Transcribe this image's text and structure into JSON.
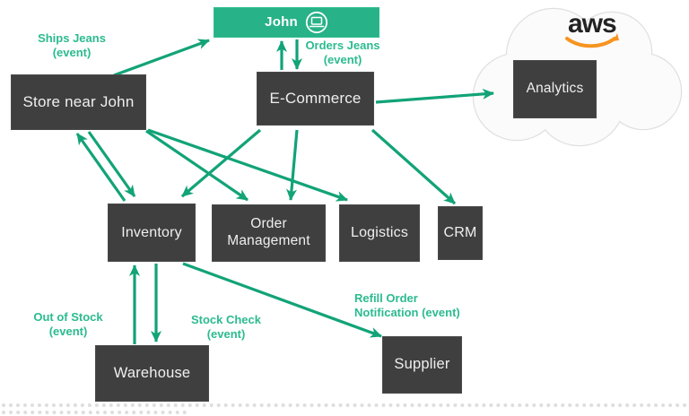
{
  "diagram": {
    "description": "Event-driven e-commerce architecture diagram on AWS",
    "colors": {
      "arrow_green": "#12a377",
      "label_green": "#2bbb8f",
      "box_dark": "#3f3f3f",
      "box_text": "#efefef",
      "john_green": "#27b287",
      "cloud_fill": "#fbfbfb",
      "cloud_border": "#e0e0e0",
      "aws_text": "#232323",
      "aws_swoosh": "#f79420"
    }
  },
  "nodes": {
    "john": {
      "label": "John"
    },
    "store": {
      "label": "Store near John"
    },
    "ecommerce": {
      "label": "E-Commerce"
    },
    "analytics": {
      "label": "Analytics"
    },
    "inventory": {
      "label": "Inventory"
    },
    "order_management": {
      "label": "Order Management"
    },
    "logistics": {
      "label": "Logistics"
    },
    "crm": {
      "label": "CRM"
    },
    "warehouse": {
      "label": "Warehouse"
    },
    "supplier": {
      "label": "Supplier"
    }
  },
  "cloud": {
    "provider_label": "aws"
  },
  "edges": [
    {
      "id": "store-to-john",
      "from": "store",
      "to": "john",
      "label": "Ships Jeans (event)"
    },
    {
      "id": "ecommerce-to-john",
      "from": "ecommerce",
      "to": "john",
      "label": ""
    },
    {
      "id": "john-to-ecommerce",
      "from": "john",
      "to": "ecommerce",
      "label": "Orders Jeans (event)"
    },
    {
      "id": "inventory-to-store",
      "from": "inventory",
      "to": "store",
      "label": ""
    },
    {
      "id": "store-to-inventory",
      "from": "store",
      "to": "inventory",
      "label": ""
    },
    {
      "id": "store-to-order-management",
      "from": "store",
      "to": "order_management",
      "label": ""
    },
    {
      "id": "store-to-logistics",
      "from": "store",
      "to": "logistics",
      "label": ""
    },
    {
      "id": "ecommerce-to-inventory",
      "from": "ecommerce",
      "to": "inventory",
      "label": ""
    },
    {
      "id": "ecommerce-to-order-management",
      "from": "ecommerce",
      "to": "order_management",
      "label": ""
    },
    {
      "id": "ecommerce-to-crm",
      "from": "ecommerce",
      "to": "crm",
      "label": ""
    },
    {
      "id": "ecommerce-to-analytics",
      "from": "ecommerce",
      "to": "analytics",
      "label": ""
    },
    {
      "id": "warehouse-to-inventory",
      "from": "warehouse",
      "to": "inventory",
      "label": "Out of Stock (event)"
    },
    {
      "id": "inventory-to-warehouse",
      "from": "inventory",
      "to": "warehouse",
      "label": "Stock Check (event)"
    },
    {
      "id": "inventory-to-supplier",
      "from": "inventory",
      "to": "supplier",
      "label": "Refill Order Notification (event)"
    }
  ]
}
